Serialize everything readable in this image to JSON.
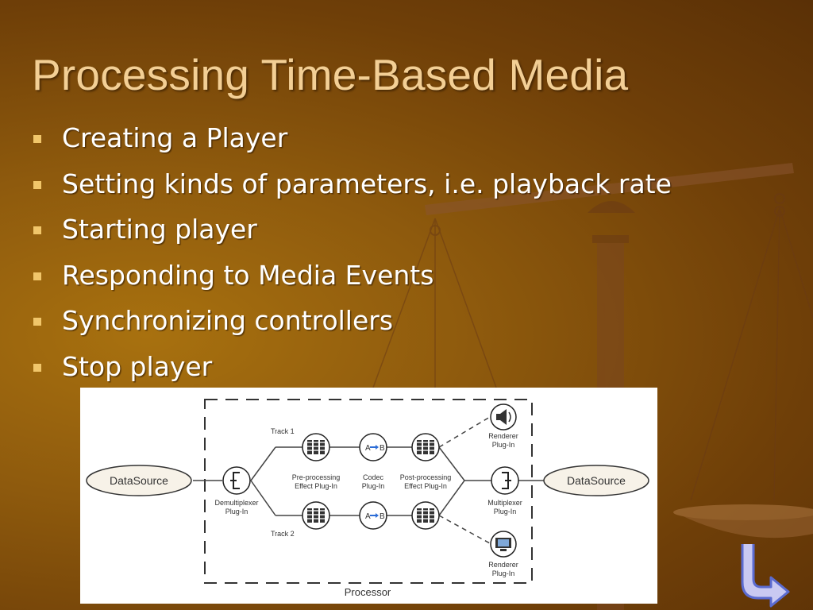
{
  "slide": {
    "title": "Processing Time-Based Media",
    "bullets": [
      "Creating a Player",
      "Setting kinds of parameters, i.e. playback rate",
      "Starting player",
      "Responding to Media Events",
      "Synchronizing controllers",
      "Stop player"
    ]
  },
  "diagram": {
    "source_label": "DataSource",
    "sink_label": "DataSource",
    "demux": [
      "Demultiplexer",
      "Plug-In"
    ],
    "mux": [
      "Multiplexer",
      "Plug-In"
    ],
    "track1": "Track 1",
    "track2": "Track 2",
    "pre": [
      "Pre-processing",
      "Effect Plug-In"
    ],
    "codec": [
      "Codec",
      "Plug-In"
    ],
    "post": [
      "Post-processing",
      "Effect Plug-In"
    ],
    "renderer_top": [
      "Renderer",
      "Plug-In"
    ],
    "renderer_bottom": [
      "Renderer",
      "Plug-In"
    ],
    "codec_symbol_a": "A",
    "codec_symbol_b": "B",
    "processor": "Processor"
  },
  "colors": {
    "title": "#f3cf95",
    "bullet_text": "#ffffff",
    "bullet_marker": "#f1c66a",
    "back_button_fill": "#c9c9f2",
    "back_button_stroke": "#5b6bd0"
  },
  "icons": {
    "bullet": "square-bullet-icon",
    "navigation": "return-arrow-icon",
    "renderer_top": "speaker-icon",
    "renderer_bottom": "monitor-icon"
  }
}
